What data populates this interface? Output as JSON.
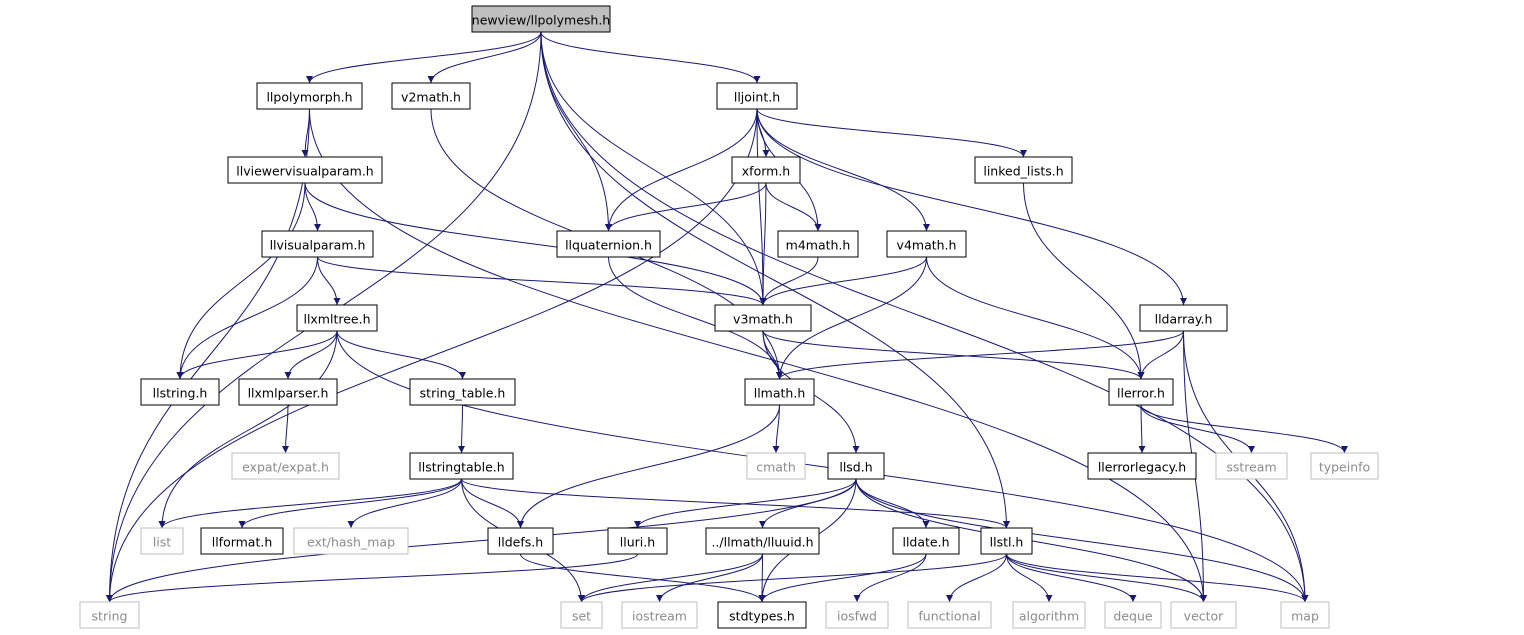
{
  "colors": {
    "edge": "#191970",
    "root_fill": "#bfbfbf",
    "local_border": "#000000",
    "system_border": "#bfbfbf",
    "system_text": "#8c8c8c"
  },
  "nodes": [
    {
      "id": "llpolymesh",
      "label": "newview/llpolymesh.h",
      "kind": "root"
    },
    {
      "id": "llpolymorph",
      "label": "llpolymorph.h",
      "kind": "local"
    },
    {
      "id": "v2math",
      "label": "v2math.h",
      "kind": "local"
    },
    {
      "id": "lljoint",
      "label": "lljoint.h",
      "kind": "local"
    },
    {
      "id": "llviewervisualparam",
      "label": "llviewervisualparam.h",
      "kind": "local"
    },
    {
      "id": "xform",
      "label": "xform.h",
      "kind": "local"
    },
    {
      "id": "linked_lists",
      "label": "linked_lists.h",
      "kind": "local"
    },
    {
      "id": "llvisualparam",
      "label": "llvisualparam.h",
      "kind": "local"
    },
    {
      "id": "llquaternion",
      "label": "llquaternion.h",
      "kind": "local"
    },
    {
      "id": "m4math",
      "label": "m4math.h",
      "kind": "local"
    },
    {
      "id": "v4math",
      "label": "v4math.h",
      "kind": "local"
    },
    {
      "id": "llxmltree",
      "label": "llxmltree.h",
      "kind": "local"
    },
    {
      "id": "v3math",
      "label": "v3math.h",
      "kind": "local"
    },
    {
      "id": "lldarray",
      "label": "lldarray.h",
      "kind": "local"
    },
    {
      "id": "llstring",
      "label": "llstring.h",
      "kind": "local"
    },
    {
      "id": "llxmlparser",
      "label": "llxmlparser.h",
      "kind": "local"
    },
    {
      "id": "string_table",
      "label": "string_table.h",
      "kind": "local"
    },
    {
      "id": "llmath",
      "label": "llmath.h",
      "kind": "local"
    },
    {
      "id": "llerror",
      "label": "llerror.h",
      "kind": "local"
    },
    {
      "id": "expat",
      "label": "expat/expat.h",
      "kind": "system"
    },
    {
      "id": "llstringtable",
      "label": "llstringtable.h",
      "kind": "local"
    },
    {
      "id": "cmath",
      "label": "cmath",
      "kind": "system"
    },
    {
      "id": "llsd",
      "label": "llsd.h",
      "kind": "local"
    },
    {
      "id": "llerrorlegacy",
      "label": "llerrorlegacy.h",
      "kind": "local"
    },
    {
      "id": "sstream",
      "label": "sstream",
      "kind": "system"
    },
    {
      "id": "typeinfo",
      "label": "typeinfo",
      "kind": "system"
    },
    {
      "id": "list",
      "label": "list",
      "kind": "system"
    },
    {
      "id": "llformat",
      "label": "llformat.h",
      "kind": "local"
    },
    {
      "id": "hash_map",
      "label": "ext/hash_map",
      "kind": "system"
    },
    {
      "id": "lldefs",
      "label": "lldefs.h",
      "kind": "local"
    },
    {
      "id": "lluri",
      "label": "lluri.h",
      "kind": "local"
    },
    {
      "id": "lluuid",
      "label": "../llmath/lluuid.h",
      "kind": "local"
    },
    {
      "id": "lldate",
      "label": "lldate.h",
      "kind": "local"
    },
    {
      "id": "llstl",
      "label": "llstl.h",
      "kind": "local"
    },
    {
      "id": "string",
      "label": "string",
      "kind": "system"
    },
    {
      "id": "set",
      "label": "set",
      "kind": "system"
    },
    {
      "id": "iostream",
      "label": "iostream",
      "kind": "system"
    },
    {
      "id": "stdtypes",
      "label": "stdtypes.h",
      "kind": "local"
    },
    {
      "id": "iosfwd",
      "label": "iosfwd",
      "kind": "system"
    },
    {
      "id": "functional",
      "label": "functional",
      "kind": "system"
    },
    {
      "id": "algorithm",
      "label": "algorithm",
      "kind": "system"
    },
    {
      "id": "deque",
      "label": "deque",
      "kind": "system"
    },
    {
      "id": "vector",
      "label": "vector",
      "kind": "system"
    },
    {
      "id": "map",
      "label": "map",
      "kind": "system"
    }
  ],
  "edges": [
    [
      "llpolymesh",
      "llpolymorph"
    ],
    [
      "llpolymesh",
      "v2math"
    ],
    [
      "llpolymesh",
      "lljoint"
    ],
    [
      "llpolymesh",
      "llquaternion"
    ],
    [
      "llpolymesh",
      "v3math"
    ],
    [
      "llpolymesh",
      "llstl"
    ],
    [
      "llpolymesh",
      "string"
    ],
    [
      "llpolymesh",
      "map"
    ],
    [
      "llpolymorph",
      "llviewervisualparam"
    ],
    [
      "llpolymorph",
      "string"
    ],
    [
      "llpolymorph",
      "vector"
    ],
    [
      "v2math",
      "llmath"
    ],
    [
      "lljoint",
      "xform"
    ],
    [
      "lljoint",
      "linked_lists"
    ],
    [
      "lljoint",
      "llquaternion"
    ],
    [
      "lljoint",
      "m4math"
    ],
    [
      "lljoint",
      "v4math"
    ],
    [
      "lljoint",
      "v3math"
    ],
    [
      "lljoint",
      "lldarray"
    ],
    [
      "lljoint",
      "string"
    ],
    [
      "llviewervisualparam",
      "llvisualparam"
    ],
    [
      "llviewervisualparam",
      "llstring"
    ],
    [
      "llviewervisualparam",
      "v3math"
    ],
    [
      "xform",
      "llquaternion"
    ],
    [
      "xform",
      "m4math"
    ],
    [
      "xform",
      "v3math"
    ],
    [
      "linked_lists",
      "llerror"
    ],
    [
      "llvisualparam",
      "llxmltree"
    ],
    [
      "llvisualparam",
      "llstring"
    ],
    [
      "llvisualparam",
      "v3math"
    ],
    [
      "llquaternion",
      "llmath"
    ],
    [
      "m4math",
      "v3math"
    ],
    [
      "v4math",
      "v3math"
    ],
    [
      "v4math",
      "llmath"
    ],
    [
      "v4math",
      "llerror"
    ],
    [
      "llxmltree",
      "llstring"
    ],
    [
      "llxmltree",
      "llxmlparser"
    ],
    [
      "llxmltree",
      "string_table"
    ],
    [
      "llxmltree",
      "list"
    ],
    [
      "llxmltree",
      "map"
    ],
    [
      "v3math",
      "llmath"
    ],
    [
      "v3math",
      "llerror"
    ],
    [
      "v3math",
      "llsd"
    ],
    [
      "lldarray",
      "llmath"
    ],
    [
      "lldarray",
      "llerror"
    ],
    [
      "lldarray",
      "vector"
    ],
    [
      "lldarray",
      "map"
    ],
    [
      "llxmlparser",
      "expat"
    ],
    [
      "string_table",
      "llstringtable"
    ],
    [
      "llmath",
      "cmath"
    ],
    [
      "llmath",
      "lldefs"
    ],
    [
      "llerror",
      "llerrorlegacy"
    ],
    [
      "llerror",
      "sstream"
    ],
    [
      "llerror",
      "typeinfo"
    ],
    [
      "llstringtable",
      "list"
    ],
    [
      "llstringtable",
      "llformat"
    ],
    [
      "llstringtable",
      "hash_map"
    ],
    [
      "llstringtable",
      "lldefs"
    ],
    [
      "llstringtable",
      "llstl"
    ],
    [
      "llstringtable",
      "set"
    ],
    [
      "llsd",
      "lluri"
    ],
    [
      "llsd",
      "lluuid"
    ],
    [
      "llsd",
      "lldate"
    ],
    [
      "llsd",
      "stdtypes"
    ],
    [
      "llsd",
      "string"
    ],
    [
      "llsd",
      "map"
    ],
    [
      "llsd",
      "vector"
    ],
    [
      "lldefs",
      "stdtypes"
    ],
    [
      "lluri",
      "string"
    ],
    [
      "lluuid",
      "set"
    ],
    [
      "lluuid",
      "iostream"
    ],
    [
      "lluuid",
      "stdtypes"
    ],
    [
      "lldate",
      "stdtypes"
    ],
    [
      "lldate",
      "iosfwd"
    ],
    [
      "llstl",
      "functional"
    ],
    [
      "llstl",
      "algorithm"
    ],
    [
      "llstl",
      "deque"
    ],
    [
      "llstl",
      "vector"
    ],
    [
      "llstl",
      "map"
    ],
    [
      "llstl",
      "set"
    ]
  ]
}
